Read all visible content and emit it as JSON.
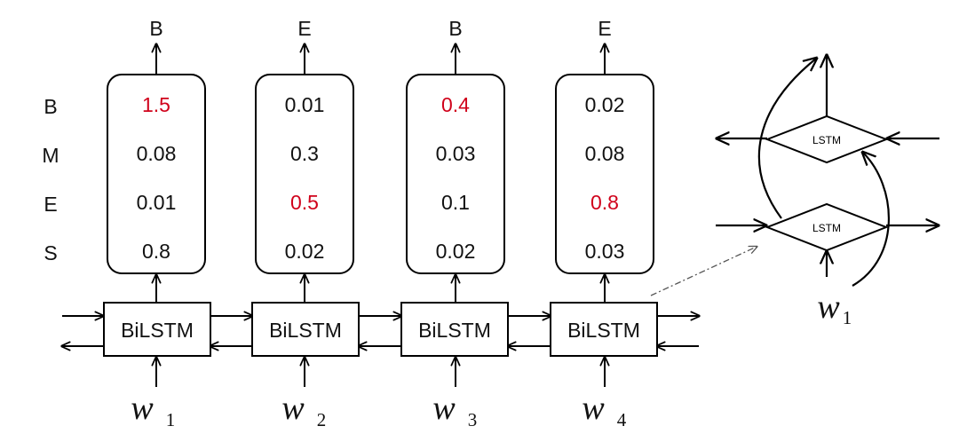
{
  "row_labels": [
    "B",
    "M",
    "E",
    "S"
  ],
  "columns": [
    {
      "output": "B",
      "values": [
        "1.5",
        "0.08",
        "0.01",
        "0.8"
      ],
      "word": "w",
      "sub": "1",
      "highlight_index": 0
    },
    {
      "output": "E",
      "values": [
        "0.01",
        "0.3",
        "0.5",
        "0.02"
      ],
      "word": "w",
      "sub": "2",
      "highlight_index": 2
    },
    {
      "output": "B",
      "values": [
        "0.4",
        "0.03",
        "0.1",
        "0.02"
      ],
      "word": "w",
      "sub": "3",
      "highlight_index": 0
    },
    {
      "output": "E",
      "values": [
        "0.02",
        "0.08",
        "0.8",
        "0.03"
      ],
      "word": "w",
      "sub": "4",
      "highlight_index": 2
    }
  ],
  "bilstm_label": "BiLSTM",
  "detail": {
    "top_label": "LSTM",
    "bottom_label": "LSTM",
    "word": "w",
    "sub": "1"
  },
  "colors": {
    "highlight": "#d0021b",
    "text": "#111111",
    "line": "#000000"
  }
}
